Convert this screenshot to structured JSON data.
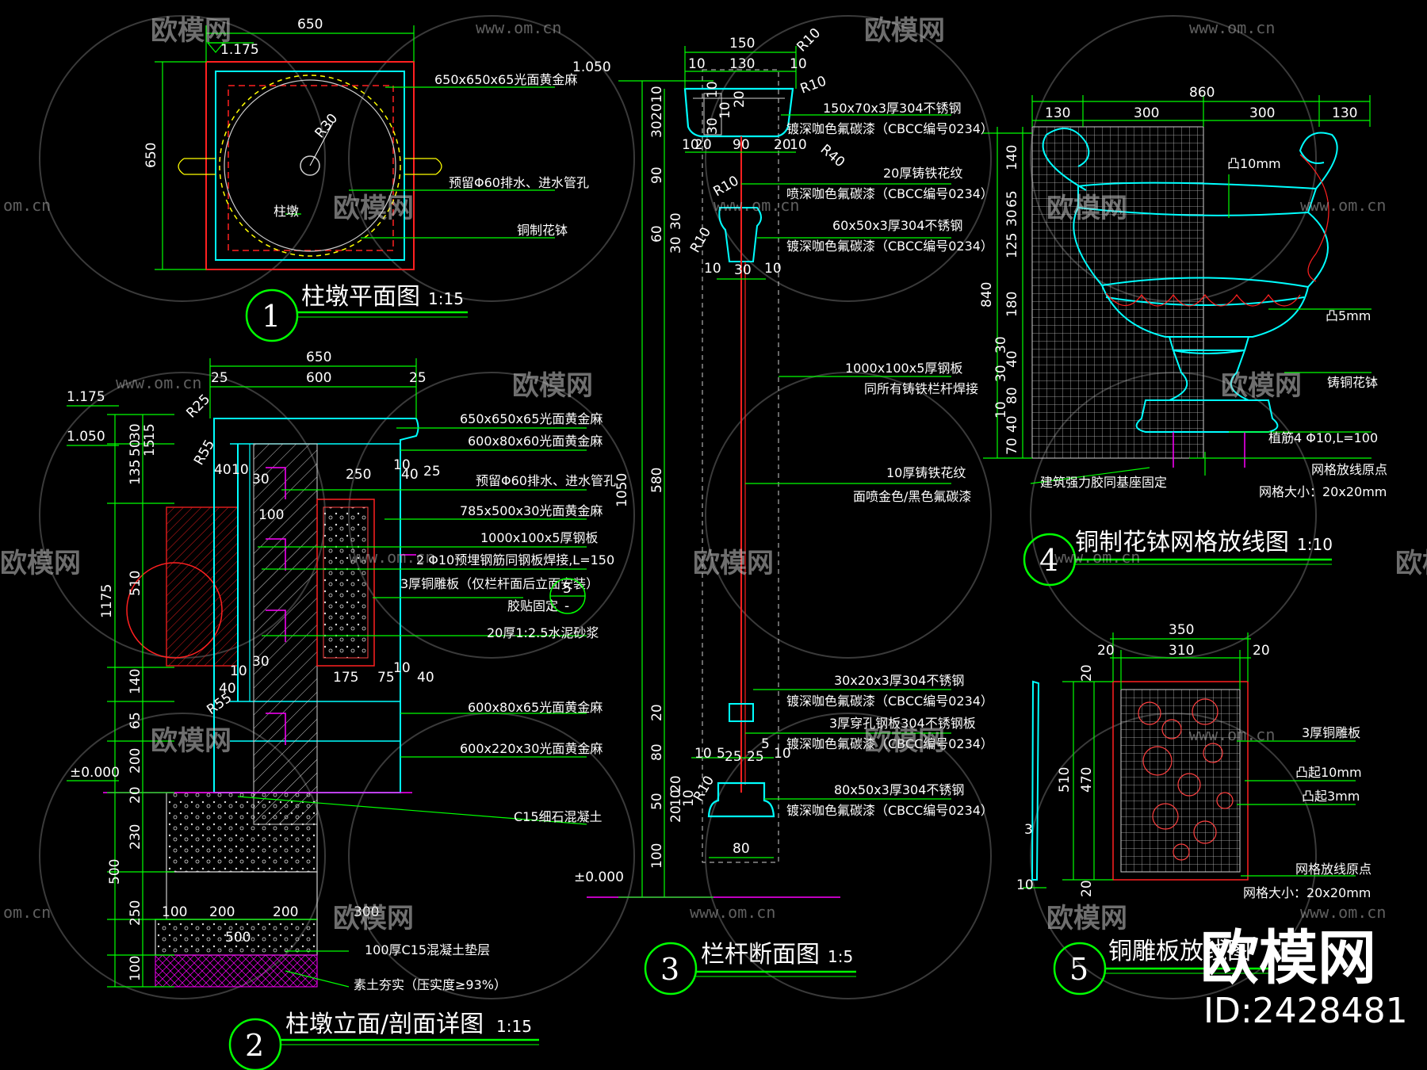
{
  "colors": {
    "background": "#000000",
    "dimension": "#00ff00",
    "outline_cyan": "#00ffff",
    "section_red": "#ff2020",
    "leader_green": "#00ff00",
    "hatch_white": "#cfcfcf",
    "magenta": "#ff00ff",
    "yellow_dash": "#ffff00"
  },
  "watermarks": {
    "logo_text": "欧模网",
    "url_text": "www.om.cn",
    "url_short": "om.cn"
  },
  "brand": {
    "name": "欧模网",
    "id": "ID:2428481"
  },
  "drawing1": {
    "number": "1",
    "title": "柱墩平面图",
    "scale": "1:15",
    "dims": {
      "top": "650",
      "elev": "1.175",
      "left": "650",
      "radius": "R30"
    },
    "notes": [
      "650x650x65光面黄金麻",
      "预留Φ60排水、进水管孔",
      "柱墩",
      "铜制花钵"
    ]
  },
  "drawing2": {
    "number": "2",
    "title": "柱墩立面/剖面详图",
    "scale": "1:15",
    "top_dims": [
      "650",
      "25",
      "600",
      "25"
    ],
    "elevs": [
      "1.175",
      "1.050",
      "±0.000"
    ],
    "left_dims": [
      "30",
      "50",
      "15",
      "15",
      "135",
      "510",
      "140",
      "65",
      "200",
      "20",
      "230",
      "500",
      "250",
      "100"
    ],
    "total_left": "1175",
    "small_dims": [
      "R25",
      "R55",
      "40",
      "10",
      "30",
      "100",
      "250",
      "10",
      "40",
      "25",
      "30",
      "10",
      "40",
      "R55",
      "175",
      "75",
      "10",
      "40",
      "100",
      "200",
      "200",
      "300",
      "500"
    ],
    "notes": [
      "650x650x65光面黄金麻",
      "600x80x60光面黄金麻",
      "预留Φ60排水、进水管孔",
      "785x500x30光面黄金麻",
      "1000x100x5厚钢板",
      "2 Φ10预埋钢筋同钢板焊接,L=150",
      "3厚铜雕板（仅栏杆面后立面安装）",
      "胶贴固定",
      "20厚1:2.5水泥砂浆",
      "600x80x65光面黄金麻",
      "600x220x30光面黄金麻",
      "C15细石混凝土",
      "100厚C15混凝土垫层",
      "素土夯实（压实度≥93%）"
    ],
    "ref_top": "5",
    "ref_bottom": "-"
  },
  "drawing3": {
    "number": "3",
    "title": "栏杆断面图",
    "scale": "1:5",
    "elevs": [
      "1.050",
      "±0.000"
    ],
    "top_dims": [
      "150",
      "10",
      "130",
      "10",
      "R10",
      "R10",
      "R40",
      "10",
      "20",
      "90",
      "20",
      "10",
      "10",
      "30",
      "10",
      "20"
    ],
    "left_dims": [
      "10",
      "20",
      "30",
      "90",
      "60",
      "30",
      "30",
      "580",
      "20",
      "80",
      "20",
      "10",
      "10",
      "50",
      "20",
      "100"
    ],
    "total": "1050",
    "mid_dims": [
      "R10",
      "R10",
      "10",
      "30",
      "10",
      "10",
      "5",
      "25",
      "25",
      "10",
      "5",
      "R10",
      "80"
    ],
    "notes": [
      "150x70x3厚304不锈钢",
      "镀深咖色氟碳漆（CBCC编号0234）",
      "20厚铸铁花纹",
      "喷深咖色氟碳漆（CBCC编号0234）",
      "60x50x3厚304不锈钢",
      "镀深咖色氟碳漆（CBCC编号0234）",
      "1000x100x5厚钢板",
      "同所有铸铁栏杆焊接",
      "10厚铸铁花纹",
      "面喷金色/黑色氟碳漆",
      "30x20x3厚304不锈钢",
      "镀深咖色氟碳漆（CBCC编号0234）",
      "3厚穿孔钢板304不锈钢板",
      "镀深咖色氟碳漆（CBCC编号0234）",
      "80x50x3厚304不锈钢",
      "镀深咖色氟碳漆（CBCC编号0234）"
    ]
  },
  "drawing4": {
    "number": "4",
    "title": "铜制花钵网格放线图",
    "scale": "1:10",
    "top_dims": [
      "860",
      "130",
      "300",
      "300",
      "130"
    ],
    "left_dims": [
      "140",
      "65",
      "30",
      "125",
      "180",
      "30",
      "40",
      "30",
      "80",
      "10",
      "40",
      "70"
    ],
    "total": "840",
    "notes": [
      "凸10mm",
      "凸5mm",
      "铸铜花钵",
      "植筋4 Φ10,L=100",
      "网格放线原点",
      "网格大小：20x20mm",
      "建筑强力胶同基座固定"
    ]
  },
  "drawing5": {
    "number": "5",
    "title": "铜雕板放线图",
    "top_dims": [
      "350",
      "20",
      "310",
      "20"
    ],
    "left_dims": [
      "20",
      "510",
      "470",
      "20",
      "3",
      "10"
    ],
    "notes": [
      "3厚铜雕板",
      "凸起10mm",
      "凸起3mm",
      "网格放线原点",
      "网格大小：20x20mm"
    ]
  }
}
